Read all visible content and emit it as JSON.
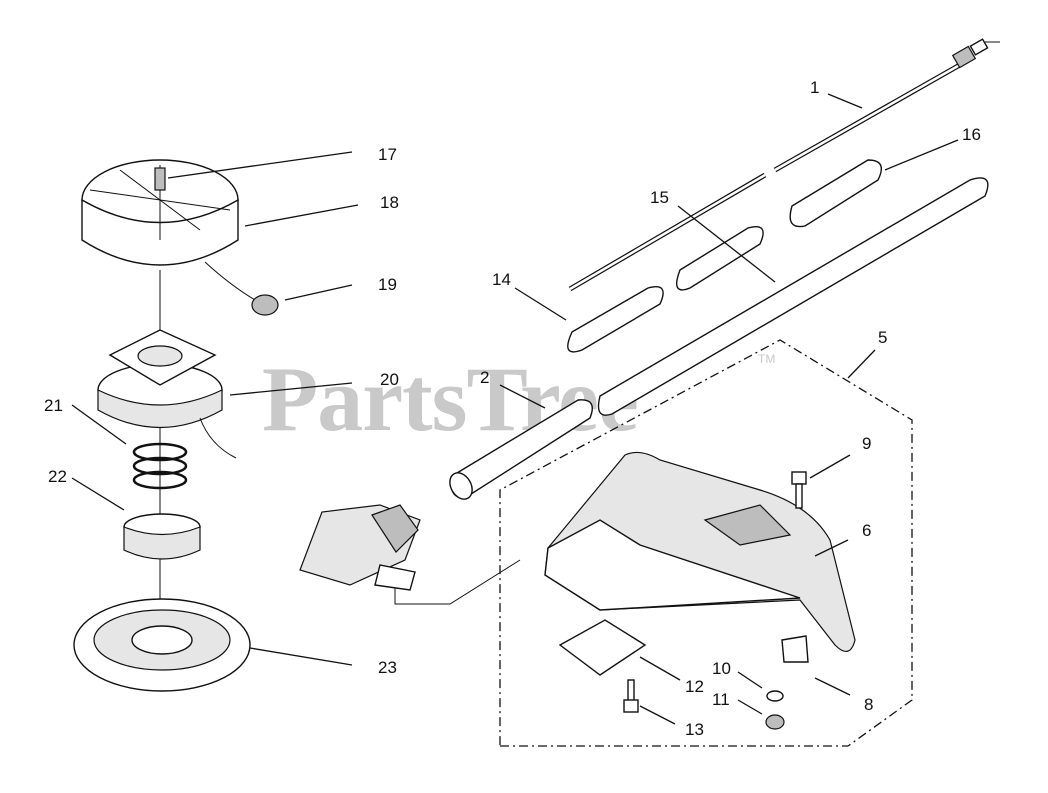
{
  "watermark": {
    "text": "PartsTree",
    "trademark": "TM"
  },
  "callouts": [
    {
      "id": "c1",
      "label": "1"
    },
    {
      "id": "c2",
      "label": "2"
    },
    {
      "id": "c5",
      "label": "5"
    },
    {
      "id": "c6",
      "label": "6"
    },
    {
      "id": "c8",
      "label": "8"
    },
    {
      "id": "c9",
      "label": "9"
    },
    {
      "id": "c10",
      "label": "10"
    },
    {
      "id": "c11",
      "label": "11"
    },
    {
      "id": "c12",
      "label": "12"
    },
    {
      "id": "c13",
      "label": "13"
    },
    {
      "id": "c14",
      "label": "14"
    },
    {
      "id": "c15",
      "label": "15"
    },
    {
      "id": "c16",
      "label": "16"
    },
    {
      "id": "c17",
      "label": "17"
    },
    {
      "id": "c18",
      "label": "18"
    },
    {
      "id": "c19",
      "label": "19"
    },
    {
      "id": "c20",
      "label": "20"
    },
    {
      "id": "c21",
      "label": "21"
    },
    {
      "id": "c22",
      "label": "22"
    },
    {
      "id": "c23",
      "label": "23"
    }
  ]
}
